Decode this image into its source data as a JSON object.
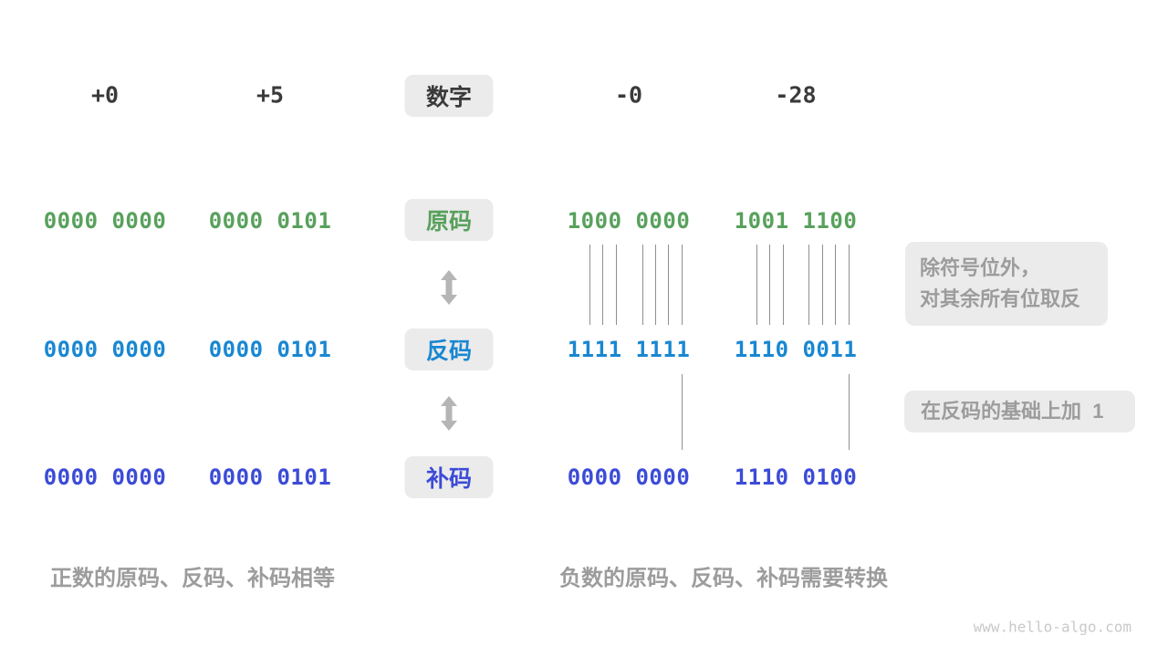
{
  "columns": {
    "headers": [
      "+0",
      "+5",
      "-0",
      "-28"
    ],
    "center_label": "数字"
  },
  "rows": [
    {
      "name": "sign-magnitude",
      "label": "原码",
      "color": "#58a15c",
      "values": [
        "0000 0000",
        "0000 0101",
        "1000 0000",
        "1001 1100"
      ]
    },
    {
      "name": "ones-complement",
      "label": "反码",
      "color": "#1987d2",
      "values": [
        "0000 0000",
        "0000 0101",
        "1111 1111",
        "1110 0011"
      ]
    },
    {
      "name": "twos-complement",
      "label": "补码",
      "color": "#3c4bd7",
      "values": [
        "0000 0000",
        "0000 0101",
        "0000 0000",
        "1110 0100"
      ]
    }
  ],
  "annotations": {
    "flip_line1": "除符号位外，",
    "flip_line2": "对其余所有位取反",
    "add_one": "在反码的基础上加  1"
  },
  "captions": {
    "positive": "正数的原码、反码、补码相等",
    "negative": "负数的原码、反码、补码需要转换"
  },
  "watermark": "www.hello-algo.com",
  "colors": {
    "green": "#58a15c",
    "blue": "#1987d2",
    "indigo": "#3c4bd7",
    "dark_text": "#3a3a3a",
    "gray_text": "#9c9c9c",
    "box_bg": "#ebebeb",
    "line": "#8f8f8f",
    "arrow": "#b5b5b5",
    "watermark": "#c9c9c9"
  }
}
